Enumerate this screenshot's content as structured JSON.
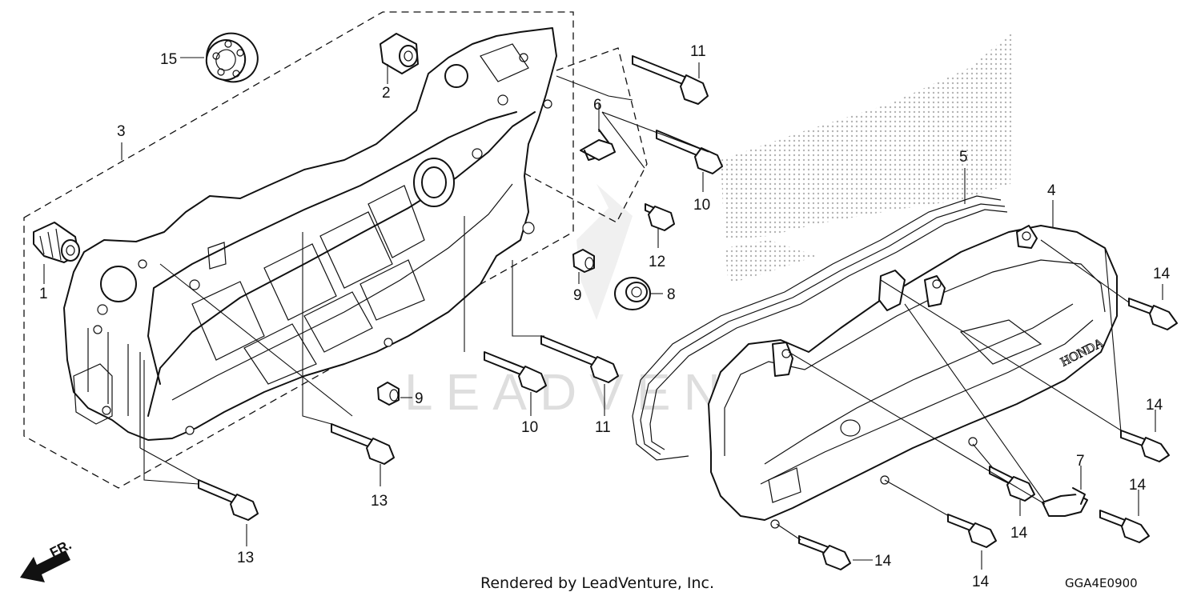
{
  "diagram": {
    "callouts": [
      "15",
      "2",
      "11",
      "6",
      "3",
      "10",
      "5",
      "4",
      "1",
      "12",
      "9",
      "8",
      "14",
      "9",
      "10",
      "11",
      "14",
      "13",
      "7",
      "14",
      "14",
      "13",
      "14",
      "14"
    ],
    "watermark": "LEADVENTURE",
    "cover_logo": "HONDA",
    "direction_label": "FR.",
    "credit": "Rendered by LeadVenture, Inc.",
    "diagram_code": "GGA4E0900"
  }
}
